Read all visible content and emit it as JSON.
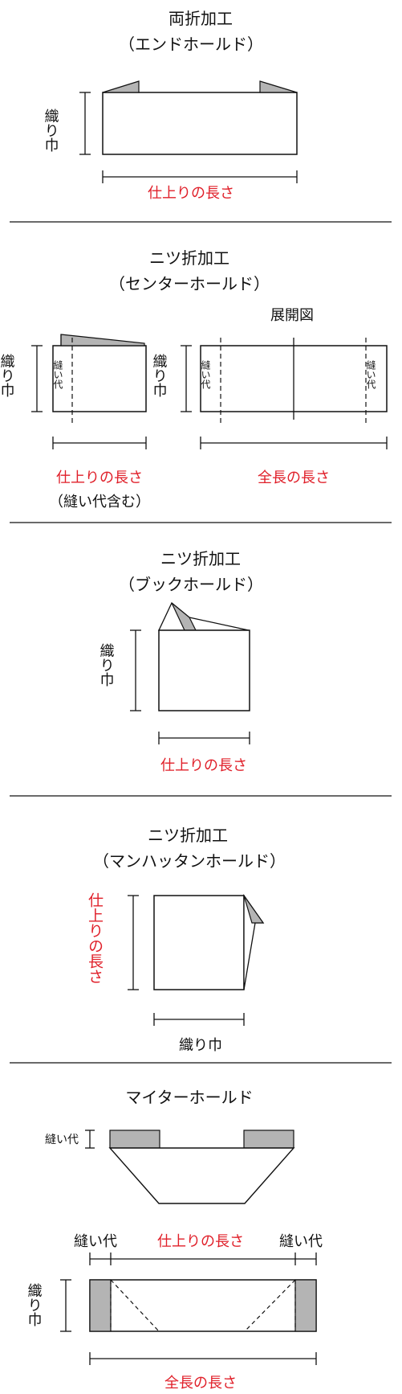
{
  "sections": [
    {
      "title": "両折加工",
      "subtitle": "（エンドホールド）",
      "width_label": "織り巾",
      "finished_label": "仕上りの長さ"
    },
    {
      "title": "ニツ折加工",
      "subtitle": "（センターホールド）",
      "expanded_label": "展開図",
      "width_label": "織り巾",
      "seam_label": "縫い代",
      "finished_label": "仕上りの長さ",
      "finished_note": "（縫い代含む）",
      "total_label": "全長の長さ"
    },
    {
      "title": "ニツ折加工",
      "subtitle": "（ブックホールド）",
      "width_label": "織り巾",
      "finished_label": "仕上りの長さ"
    },
    {
      "title": "ニツ折加工",
      "subtitle": "（マンハッタンホールド）",
      "finished_label": "仕上りの長さ",
      "width_label": "織り巾"
    },
    {
      "title": "マイターホールド",
      "seam_label": "縫い代",
      "finished_label": "仕上りの長さ",
      "width_label": "織り巾",
      "total_label": "全長の長さ"
    }
  ],
  "colors": {
    "red": "#e0202a",
    "gray_fill": "#b4b4b4",
    "line": "#111111"
  }
}
